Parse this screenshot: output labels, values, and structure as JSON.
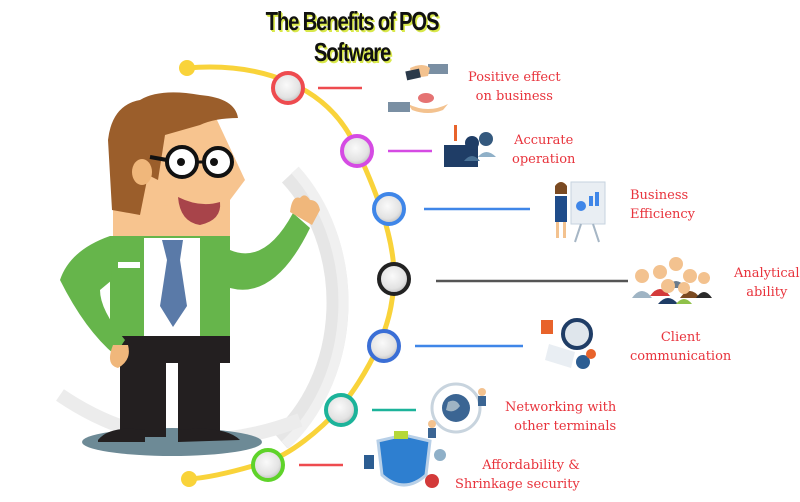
{
  "title": "The Benefits of POS Software",
  "benefits": [
    {
      "line1": "Positive effect",
      "line2": "on business",
      "ring_color": "#ee4b4f",
      "line_color": "#ee4b4f",
      "icon": "card-payment-icon"
    },
    {
      "line1": "Accurate",
      "line2": "operation",
      "ring_color": "#d54be3",
      "line_color": "#d54be3",
      "icon": "support-agents-icon"
    },
    {
      "line1": "Business",
      "line2": "Efficiency",
      "ring_color": "#3f86e8",
      "line_color": "#3f86e8",
      "icon": "presentation-icon"
    },
    {
      "line1": "Analytical",
      "line2": "ability",
      "ring_color": "#222222",
      "line_color": "#555555",
      "icon": "team-group-icon"
    },
    {
      "line1": "Client",
      "line2": "communication",
      "ring_color": "#3b6fd6",
      "line_color": "#3f86e8",
      "icon": "headset-globe-icon"
    },
    {
      "line1": "Networking with",
      "line2": "other terminals",
      "ring_color": "#1cb39a",
      "line_color": "#1cb39a",
      "icon": "network-globe-icon"
    },
    {
      "line1": "Affordability &",
      "line2": "Shrinkage security",
      "ring_color": "#5fd32a",
      "line_color": "#ee4b4f",
      "icon": "protection-shield-icon"
    }
  ],
  "colors": {
    "arc": "#f9d33a",
    "label_text": "#e8333c",
    "jacket": "#66b54b",
    "tie": "#5a7aa8",
    "hair": "#9b5e2b",
    "skin": "#f7c48f",
    "pants": "#231f20"
  }
}
